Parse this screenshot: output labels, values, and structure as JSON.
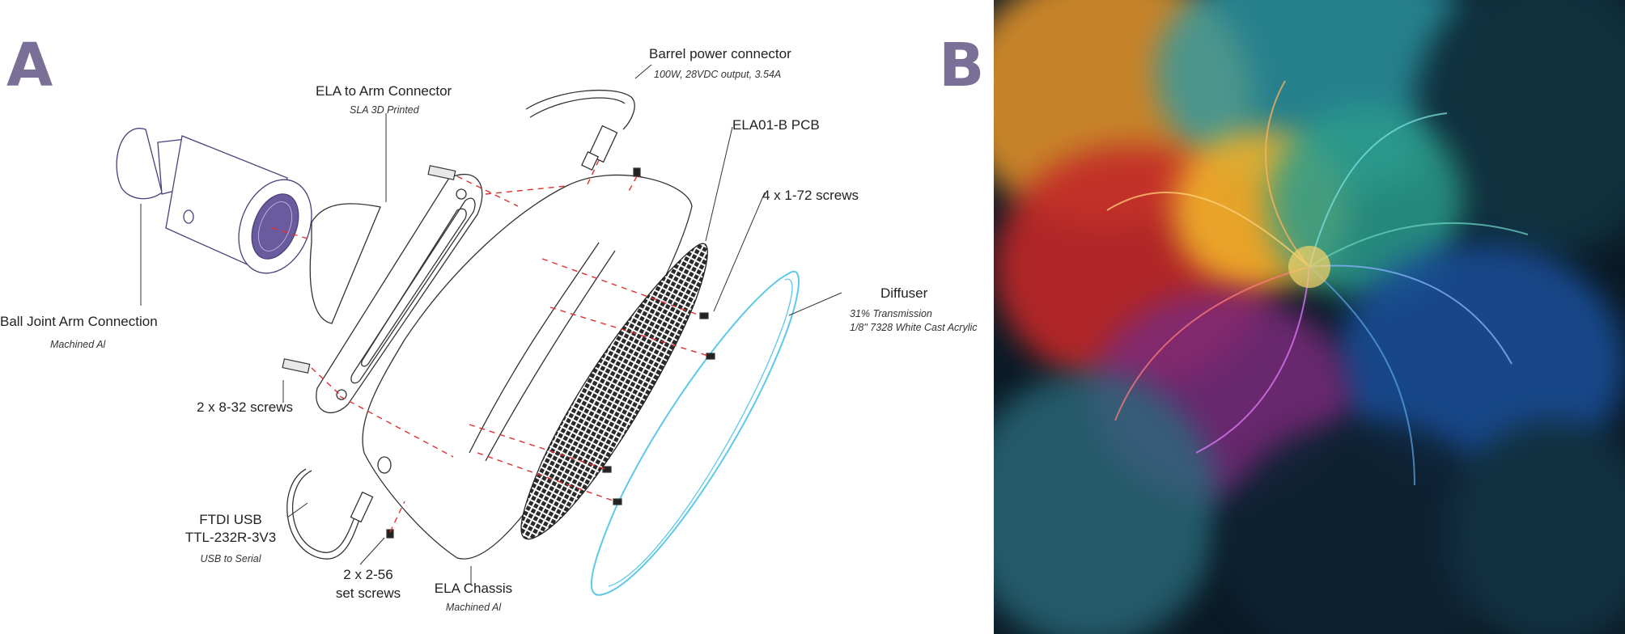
{
  "panels": {
    "a_letter": "A",
    "b_letter": "B"
  },
  "diagram": {
    "ball_joint": {
      "title": "Ball Joint Arm Connection",
      "subtitle": "Machined Al"
    },
    "arm_connector": {
      "title": "ELA to Arm Connector",
      "subtitle": "SLA 3D Printed"
    },
    "barrel": {
      "title": "Barrel power connector",
      "subtitle": "100W, 28VDC output, 3.54A"
    },
    "pcb": {
      "title": "ELA01-B PCB"
    },
    "screws_172": {
      "title": "4 x 1-72 screws"
    },
    "diffuser": {
      "title": "Diffuser",
      "subtitle_1": "31% Transmission",
      "subtitle_2": "1/8\" 7328 White Cast Acrylic"
    },
    "screws_832": {
      "title": "2 x 8-32 screws"
    },
    "ftdi": {
      "title_1": "FTDI USB",
      "title_2": "TTL-232R-3V3",
      "subtitle": "USB to Serial"
    },
    "set_screws": {
      "title_1": "2 x 2-56",
      "title_2": "set screws"
    },
    "chassis": {
      "title": "ELA Chassis",
      "subtitle": "Machined Al"
    }
  },
  "colors": {
    "letter": "#7a6f96",
    "line": "#333333",
    "ball_joint_outline": "#4a3f7a",
    "dashed_guide": "#e03030",
    "diffuser": "#5ec8e8"
  },
  "artwork": {
    "description_icon": "abstract-swirl-flower-artwork"
  }
}
